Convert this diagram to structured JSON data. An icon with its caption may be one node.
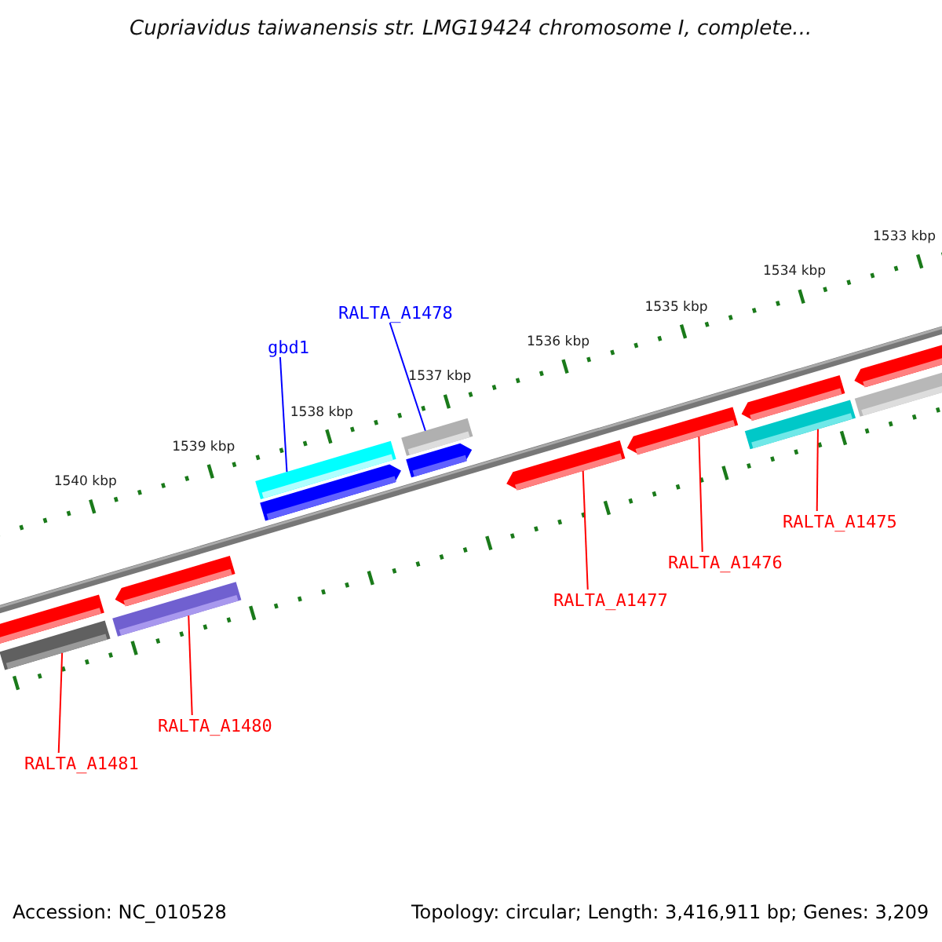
{
  "diagram": {
    "title": "Cupriavidus taiwanensis str. LMG19424 chromosome I, complete...",
    "nodes": [
      {
        "text": [
          "gbd1"
        ]
      },
      {
        "text": [
          "RALTA_A1478"
        ]
      },
      {
        "text": [],
        "shape": "bar"
      },
      {
        "text": [],
        "shape": "bar"
      },
      {
        "text": [],
        "shape": "bar"
      },
      {
        "text": [],
        "shape": "bar"
      },
      {
        "text": [],
        "shape": "bar"
      },
      {
        "text": [],
        "shape": "bar"
      },
      {
        "text": [],
        "shape": "bar"
      },
      {
        "text": [],
        "shape": "bar"
      },
      {
        "text": [],
        "shape": "bar"
      },
      {
        "text": [],
        "shape": "bar"
      },
      {
        "text": [],
        "shape": "bar"
      },
      {
        "text": [],
        "shape": "bar"
      },
      {
        "text": [],
        "shape": "bar"
      },
      {
        "text": [],
        "shape": "bar"
      },
      {
        "text": [
          "RALTA_A1481"
        ]
      },
      {
        "text": [
          "RALTA_A1480"
        ]
      },
      {
        "text": [
          "RALTA_A1477"
        ]
      },
      {
        "text": [
          "RALTA_A1476"
        ]
      },
      {
        "text": [
          "RALTA_A1475"
        ]
      }
    ],
    "edges": [
      {
        "from": 0,
        "to": 2,
        "arrow": "none",
        "color": "#0000ff"
      },
      {
        "from": 1,
        "to": 4,
        "arrow": "none",
        "color": "#0000ff"
      },
      {
        "from": 16,
        "to": 12,
        "arrow": "none"
      },
      {
        "from": 17,
        "to": 13,
        "arrow": "none"
      },
      {
        "from": 18,
        "to": 8,
        "arrow": "none"
      },
      {
        "from": 19,
        "to": 9,
        "arrow": "none"
      },
      {
        "from": 20,
        "to": 14,
        "arrow": "none"
      }
    ],
    "labels": [
      "1533 kbp",
      "1534 kbp",
      "1535 kbp",
      "1536 kbp",
      "1537 kbp",
      "1538 kbp",
      "1539 kbp",
      "1540 kbp",
      "Accession: NC_010528",
      "Topology: circular; Length: 3,416,911 bp; Genes: 3,209"
    ]
  }
}
